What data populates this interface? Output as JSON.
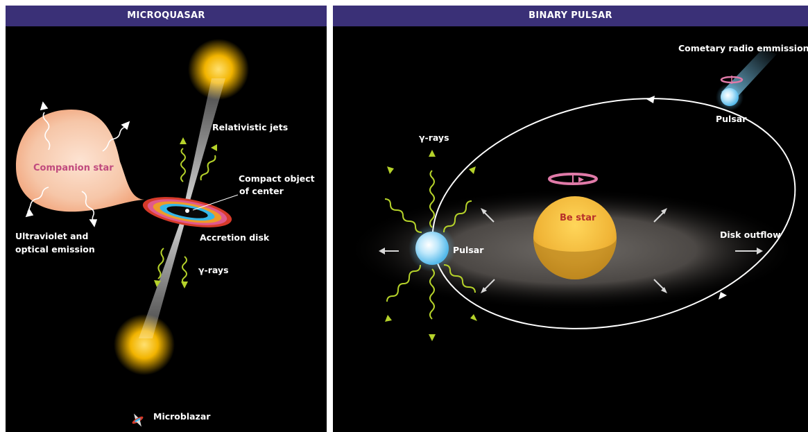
{
  "panels": {
    "microquasar": {
      "title": "MICROQUASAR",
      "labels": {
        "companion_star": "Companion star",
        "relativistic_jets": "Relativistic jets",
        "compact_object_line1": "Compact object",
        "compact_object_line2": "of center",
        "accretion_disk": "Accretion disk",
        "uv_line1": "Ultraviolet and",
        "uv_line2": "optical emission",
        "gamma_rays": "γ-rays",
        "microblazar": "Microblazar"
      }
    },
    "binary_pulsar": {
      "title": "BINARY PULSAR",
      "labels": {
        "cometary": "Cometary radio emmission",
        "pulsar_top": "Pulsar",
        "gamma_rays": "γ-rays",
        "be_star": "Be star",
        "disk_outflow": "Disk outflow",
        "pulsar_left": "Pulsar"
      }
    }
  },
  "colors": {
    "header": "#3a3077",
    "background": "#000000",
    "gamma_wave": "#b5d22a",
    "jet_blob": "#f2b400",
    "companion": "#f6c6a8",
    "be_star": "#f0b436",
    "pulsar": "#8fd3f4"
  }
}
